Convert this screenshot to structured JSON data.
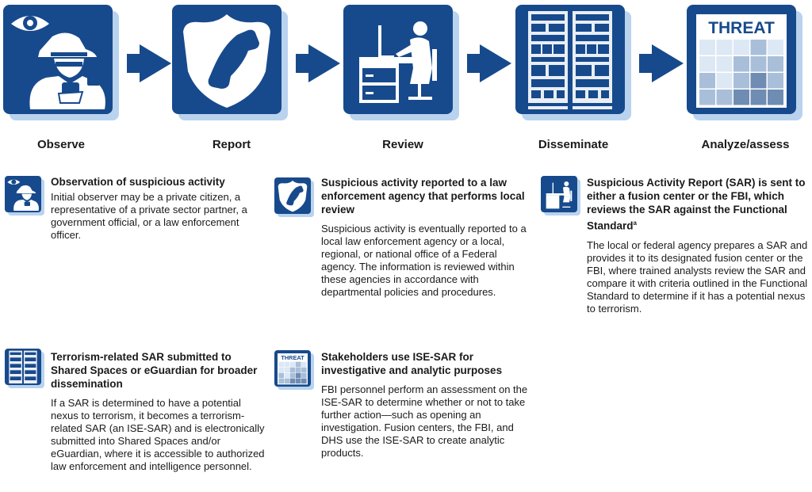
{
  "flow": {
    "steps": [
      {
        "label": "Observe",
        "icon": "observer-eye-icon"
      },
      {
        "label": "Report",
        "icon": "phone-badge-icon"
      },
      {
        "label": "Review",
        "icon": "desk-worker-icon"
      },
      {
        "label": "Disseminate",
        "icon": "server-rack-icon"
      },
      {
        "label": "Analyze/assess",
        "icon": "threat-grid-icon",
        "icon_text": "THREAT"
      }
    ]
  },
  "descriptions": {
    "observe": {
      "title": "Observation of suspicious activity",
      "body": "Initial observer may be a private citizen, a representative of a private sector partner, a government official, or a law enforcement officer."
    },
    "report": {
      "title": "Suspicious activity reported to a law enforcement agency that performs local review",
      "body": "Suspicious activity is eventually reported to a local law enforcement agency or a local, regional, or national office of a Federal agency. The information is reviewed within these agencies in accordance with departmental policies and procedures."
    },
    "review": {
      "title": "Suspicious Activity Report (SAR) is sent to either a fusion center or the FBI, which reviews the SAR against the Functional Standard",
      "footnote": "a",
      "body": "The local or federal agency prepares a SAR and provides it to its designated fusion center or the FBI, where trained analysts review the SAR and compare it with criteria outlined in the Functional Standard to determine if it has a potential nexus to terrorism."
    },
    "disseminate": {
      "title": "Terrorism-related SAR submitted to Shared Spaces or eGuardian for broader dissemination",
      "body": "If a SAR is determined to have a potential nexus to terrorism, it becomes a terrorism-related SAR (an ISE-SAR) and is electronically submitted into Shared Spaces and/or eGuardian, where it is accessible to authorized law enforcement and intelligence personnel."
    },
    "analyze": {
      "title": "Stakeholders use ISE-SAR for investigative and analytic purposes",
      "body": "FBI personnel perform an assessment on the ISE-SAR to determine whether or not to take further action—such as opening an investigation. Fusion centers, the FBI, and DHS use the ISE-SAR to create analytic products."
    }
  },
  "colors": {
    "primary": "#174a8c",
    "shadow": "#b9d3ef",
    "light_tile": "#dde8f5",
    "mid_tile": "#a9bfd9",
    "dark_tile": "#6f8cb3"
  }
}
